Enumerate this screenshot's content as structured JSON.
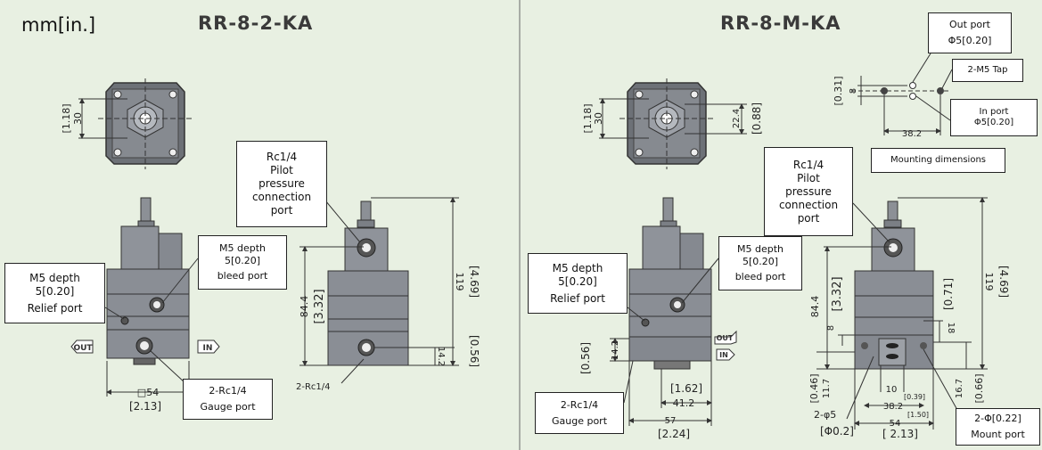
{
  "unit_label": "mm[in.]",
  "left": {
    "title": "RR-8-2-KA",
    "dims": {
      "top_h_mm": "30",
      "top_h_in": "[1.18]",
      "front_h_mm": "84.4",
      "front_h_in": "[3.32]",
      "total_h_mm": "119",
      "total_h_in": "[4.69]",
      "port_h_mm": "14.2",
      "port_h_in": "[0.56]",
      "width_mm": "□54",
      "width_in": "[2.13]",
      "bottom_port": "2-Rc1/4"
    },
    "arrows": {
      "out": "OUT",
      "in": "IN"
    },
    "callouts": {
      "pilot": [
        "Rc1/4",
        "Pilot",
        "pressure",
        "connection",
        "port"
      ],
      "bleed": [
        "M5 depth",
        "5[0.20]",
        "bleed port"
      ],
      "relief": [
        "M5 depth",
        "5[0.20]",
        "Relief port"
      ],
      "gauge": [
        "2-Rc1/4",
        "Gauge port"
      ]
    }
  },
  "right": {
    "title": "RR-8-M-KA",
    "dims": {
      "top_h_mm": "30",
      "top_h_in": "[1.18]",
      "side_mm": "22.4",
      "side_in": "[0.88]",
      "mount_h_mm": "8",
      "mount_h_in": "[0.31]",
      "mount_w_mm": "38.2",
      "front_h_mm": "84.4",
      "front_h_in": "[3.32]",
      "total_h_mm": "119",
      "total_h_in": "[4.69]",
      "inner_h_in": "[0.71]",
      "inner_h_mm": "18",
      "left_h_mm": "14.2",
      "left_h_in": "[0.56]",
      "w1_mm": "41.2",
      "w1_in": "[1.62]",
      "w2_mm": "57",
      "w2_in": "[2.24]",
      "lower_h_in": "[0.46]",
      "lower_h_mm": "11.7",
      "small_8": "8",
      "pitch_mm": "10",
      "pitch_in": "[0.39]",
      "span_mm": "38.2",
      "span_in": "[1.50]",
      "base_w_mm": "54",
      "base_w_in": "[ 2.13]",
      "base_h_mm": "16.7",
      "base_h_in": "[0.66]",
      "hole_mm": "2-φ5",
      "hole_in": "[Φ0.2]"
    },
    "arrows": {
      "out": "OUT",
      "in": "IN"
    },
    "callouts": {
      "out_port": [
        "Out port",
        "Φ5[0.20]"
      ],
      "tap": [
        "2-M5 Tap"
      ],
      "in_port": [
        "In port",
        "Φ5[0.20]"
      ],
      "mounting": [
        "Mounting dimensions"
      ],
      "pilot": [
        "Rc1/4",
        "Pilot",
        "pressure",
        "connection",
        "port"
      ],
      "bleed": [
        "M5 depth",
        "5[0.20]",
        "bleed port"
      ],
      "relief": [
        "M5 depth",
        "5[0.20]",
        "Relief port"
      ],
      "gauge": [
        "2-Rc1/4",
        "Gauge port"
      ],
      "mount_port": [
        "2-Φ[0.22]",
        "Mount port"
      ]
    }
  }
}
